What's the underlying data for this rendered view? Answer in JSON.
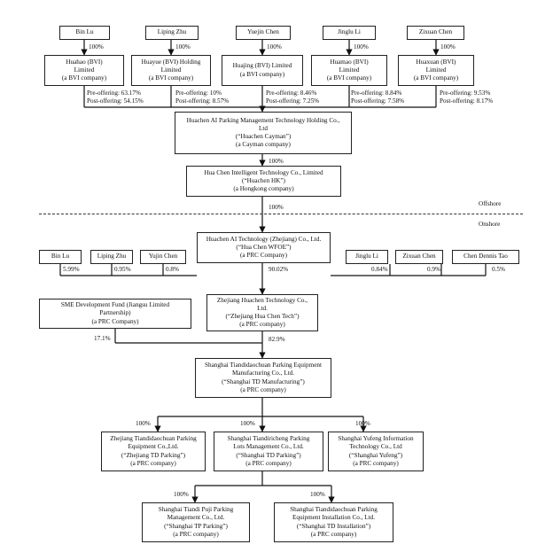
{
  "shareholders": [
    {
      "name": "Bin Lu",
      "pct": "100%"
    },
    {
      "name": "Liping Zhu",
      "pct": "100%"
    },
    {
      "name": "Yuejin Chen",
      "pct": "100%"
    },
    {
      "name": "Jinglu Li",
      "pct": "100%"
    },
    {
      "name": "Zixuan Chen",
      "pct": "100%"
    }
  ],
  "bvi": [
    {
      "l1": "Huahao (BVI)",
      "l2": "Limited",
      "l3": "(a BVI company)",
      "pre": "Pre-offering: 63.17%",
      "post": "Post-offering: 54.15%"
    },
    {
      "l1": "Huayue (BVI) Holding",
      "l2": "Limited",
      "l3": "(a BVI company)",
      "pre": "Pre-offering: 10%",
      "post": "Post-offering: 8.57%"
    },
    {
      "l1": "Huajing (BVI) Limited",
      "l2": "(a BVI company)",
      "l3": "",
      "pre": "Pre-offering: 8.46%",
      "post": "Post-offering: 7.25%"
    },
    {
      "l1": "Huamao (BVI)",
      "l2": "Limited",
      "l3": "(a BVI company)",
      "pre": "Pre-offering: 8.84%",
      "post": "Post-offering: 7.58%"
    },
    {
      "l1": "Huaxuan (BVI)",
      "l2": "Limited",
      "l3": "(a BVI company)",
      "pre": "Pre-offering: 9.53%",
      "post": "Post-offering: 8.17%"
    }
  ],
  "cayman": {
    "l1": "Huachen AI Parking Management Technology Holding Co.,",
    "l2": "Ltd",
    "l3": "(“Huachen Cayman”)",
    "l4": "(a Cayman company)"
  },
  "cayman_to_hk_pct": "100%",
  "hk": {
    "l1": "Hua Chen Intelligent Technology Co., Limited",
    "l2": "(“Huachen HK”)",
    "l3": "(a Hongkong company)"
  },
  "hk_to_wfoe_pct": "100%",
  "offshore_label": "Offshore",
  "onshore_label": "Onshore",
  "wfoe": {
    "l1": "Huachen AI Technology (Zhejiang) Co., Ltd.",
    "l2": "(“Hua Chen WFOE”)",
    "l3": "(a PRC Company)"
  },
  "wfoe_to_tech_pct": "90.02%",
  "individuals": [
    {
      "name": "Bin Lu",
      "pct": "5.99%"
    },
    {
      "name": "Liping Zhu",
      "pct": "0.95%"
    },
    {
      "name": "Yujin Chen",
      "pct": "0.8%"
    },
    {
      "name": "Jinglu Li",
      "pct": "0.84%"
    },
    {
      "name": "Zixuan Chen",
      "pct": "0.9%"
    },
    {
      "name": "Chen Dennis Tao",
      "pct": "0.5%"
    }
  ],
  "sme": {
    "l1": "SME Development Fund (Jiangsu Limited",
    "l2": "Partnership)",
    "l3": "(a PRC Company)",
    "pct": "17.1%"
  },
  "tech": {
    "l1": "Zhejiang Huachen Technology Co.,",
    "l2": "Ltd.",
    "l3": "(“Zhejiang Hua Chen Tech”)",
    "l4": "(a PRC company)",
    "pct": "82.9%"
  },
  "td_mfg": {
    "l1": "Shanghai Tiandidaochuan Parking Equipment",
    "l2": "Manufacturing Co., Ltd.",
    "l3": "(“Shanghai TD Manufacturing”)",
    "l4": "(a PRC company)"
  },
  "subs": [
    {
      "pct": "100%",
      "l1": "Zhejiang Tiandidaochuan Parking",
      "l2": "Equipment Co.,Ltd.",
      "l3": "(“Zhejiang TD Parking”)",
      "l4": "(a PRC company)"
    },
    {
      "pct": "100%",
      "l1": "Shanghai Tiandiricheng Parking",
      "l2": "Lots Management Co., Ltd.",
      "l3": "(“Shanghai TD Parking”)",
      "l4": "(a PRC company)"
    },
    {
      "pct": "100%",
      "l1": "Shanghai Yufeng Information",
      "l2": "Technology Co., Ltd",
      "l3": "(“Shanghai Yufeng”)",
      "l4": "(a PRC company)"
    }
  ],
  "grandsubs": [
    {
      "pct": "100%",
      "l1": "Shanghai Tiandi Puji Parking",
      "l2": "Management Co., Ltd.",
      "l3": "(“Shanghai TP Parking”)",
      "l4": "(a PRC company)"
    },
    {
      "pct": "100%",
      "l1": "Shanghai Tiandidaochuan Parking",
      "l2": "Equipment Installation Co., Ltd.",
      "l3": "(“Shanghai TD Installation”)",
      "l4": "(a PRC company)"
    }
  ]
}
